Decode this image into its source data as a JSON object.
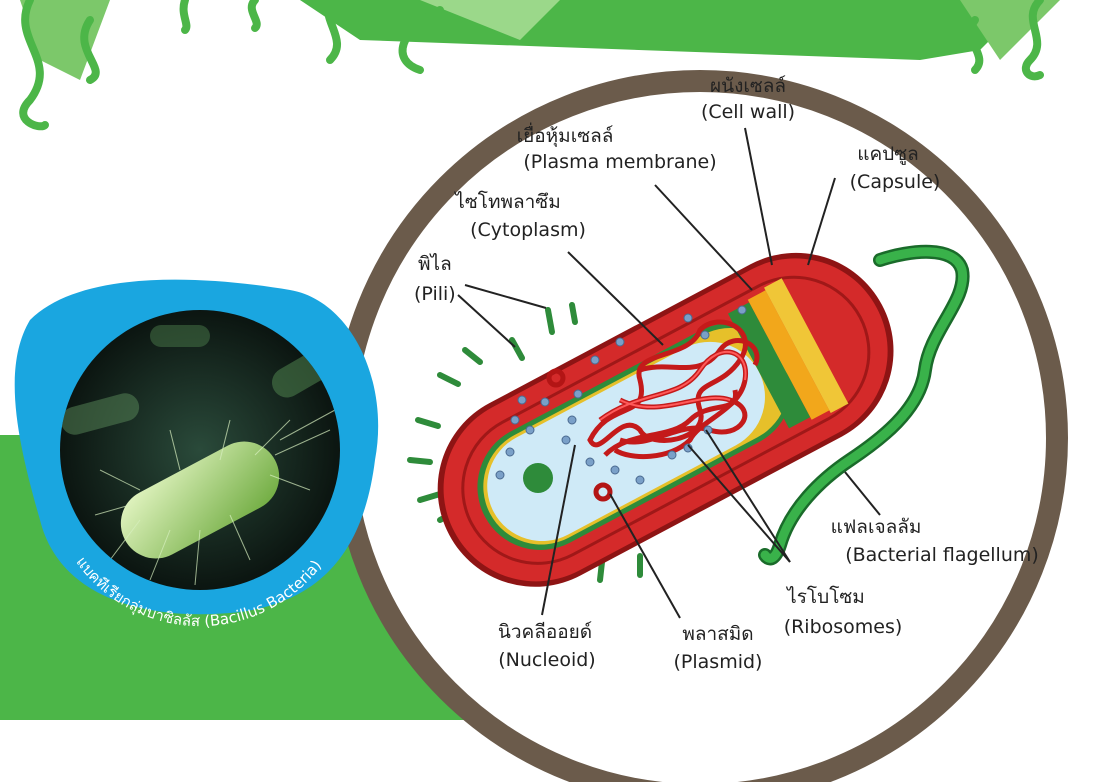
{
  "photo_caption": "แบคทีเรียกลุ่มบาซิลลัส (Bacillus Bacteria)",
  "labels": {
    "cell_wall": {
      "th": "ผนังเซลล์",
      "en": "(Cell wall)"
    },
    "plasma_membrane": {
      "th": "เยื่อหุ้มเซลล์",
      "en": "(Plasma membrane)"
    },
    "capsule": {
      "th": "แคปซูล",
      "en": "(Capsule)"
    },
    "cytoplasm": {
      "th": "ไซโทพลาซึม",
      "en": "(Cytoplasm)"
    },
    "pili": {
      "th": "พิไล",
      "en": "(Pili)"
    },
    "flagellum": {
      "th": "แฟลเจลลัม",
      "en": "(Bacterial flagellum)"
    },
    "ribosomes": {
      "th": "ไรโบโซม",
      "en": "(Ribosomes)"
    },
    "nucleoid": {
      "th": "นิวคลีออยด์",
      "en": "(Nucleoid)"
    },
    "plasmid": {
      "th": "พลาสมิด",
      "en": "(Plasmid)"
    }
  },
  "colors": {
    "green_band": "#4cb648",
    "circle_border": "#6b5b4b",
    "cell_red": "#d42a2a",
    "cell_dark_red": "#8e1414",
    "capsule_orange": "#f2a71b",
    "wall_yellow": "#f4e23a",
    "membrane_green": "#2e8b3a",
    "cytoplasm_blue": "#cfeaf7",
    "photo_frame": "#1aa6e0"
  }
}
